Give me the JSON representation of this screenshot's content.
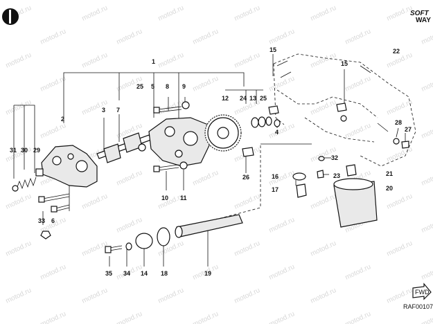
{
  "brand": {
    "line1": "SOFT",
    "line2": "WAY"
  },
  "diagram_code": "RAF00107",
  "fwd_label": "FWD",
  "watermark": "motod.ru",
  "callouts": {
    "c1": "1",
    "c2": "2",
    "c3": "3",
    "c4": "4",
    "c5": "5",
    "c6": "6",
    "c7": "7",
    "c8": "8",
    "c9": "9",
    "c10": "10",
    "c11": "11",
    "c12": "12",
    "c13": "13",
    "c14": "14",
    "c15a": "15",
    "c15b": "15",
    "c16": "16",
    "c17": "17",
    "c18": "18",
    "c19": "19",
    "c20": "20",
    "c21": "21",
    "c22": "22",
    "c23": "23",
    "c24": "24",
    "c25a": "25",
    "c25b": "25",
    "c26": "26",
    "c27": "27",
    "c28": "28",
    "c29": "29",
    "c30": "30",
    "c31": "31",
    "c32": "32",
    "c33": "33",
    "c34": "34",
    "c35": "35"
  }
}
